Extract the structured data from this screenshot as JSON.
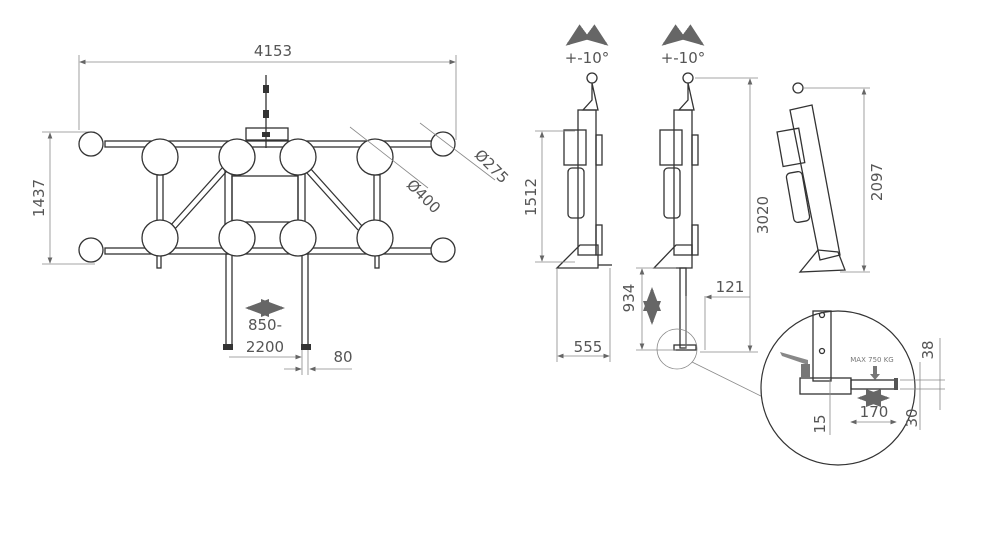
{
  "front_view": {
    "width_label": "4153",
    "height_label": "1437",
    "cup_large_label": "Ø400",
    "cup_small_label": "Ø275",
    "leg_spread_label_1": "850-",
    "leg_spread_label_2": "2200",
    "leg_width_label": "80"
  },
  "side_views": {
    "tilt_label_1": "+-10°",
    "tilt_label_2": "+-10°",
    "height_1512": "1512",
    "height_3020": "3020",
    "height_2097": "2097",
    "stroke_934": "934",
    "offset_121": "121",
    "depth_555": "555"
  },
  "detail": {
    "max_load_label": "MAX 750 KG",
    "label_38": "38",
    "label_170": "170",
    "label_15": "15",
    "label_30": "30"
  }
}
